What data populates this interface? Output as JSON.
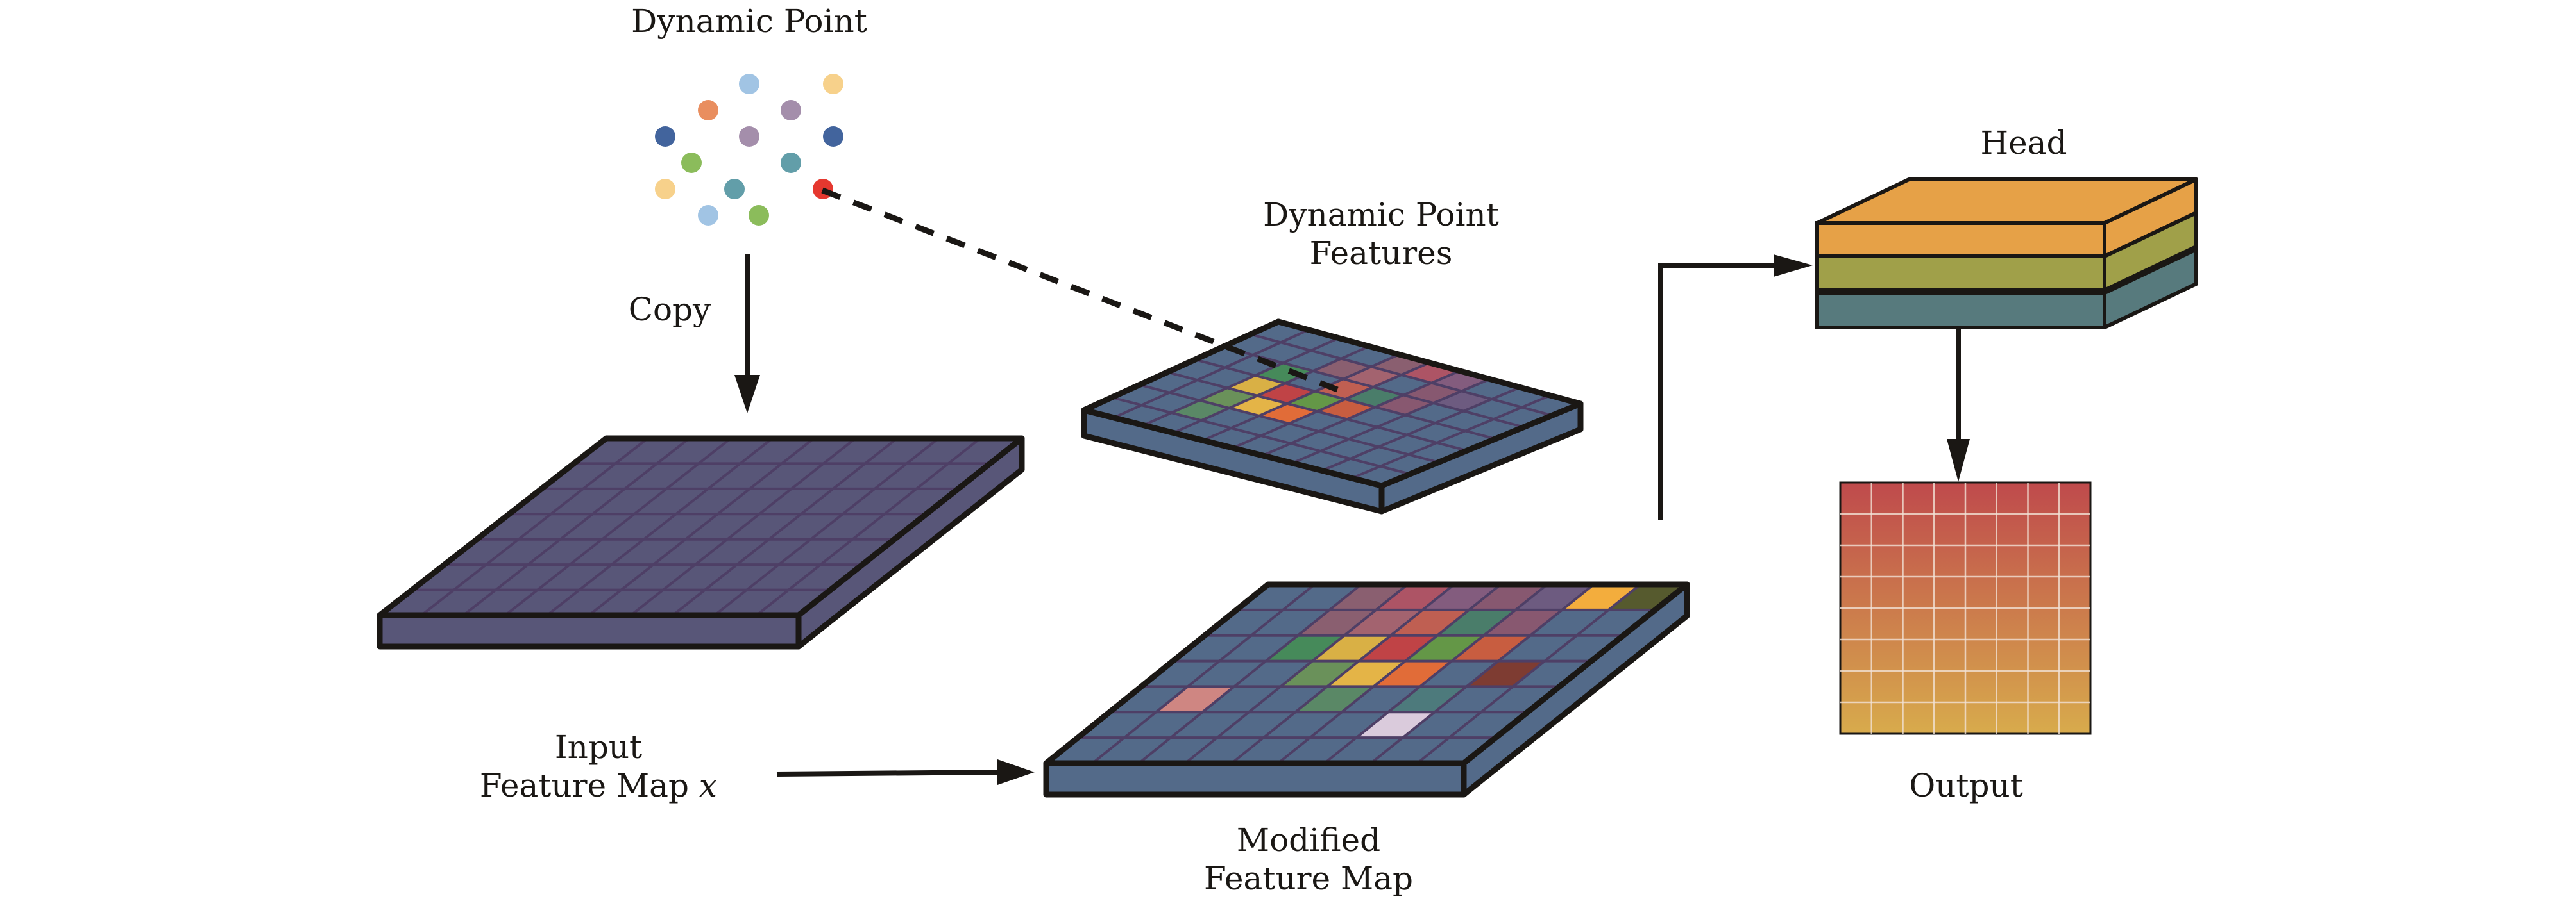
{
  "labels": {
    "dynamic_point": "Dynamic Point",
    "copy": "Copy",
    "dynamic_point_features_line1": "Dynamic Point",
    "dynamic_point_features_line2": "Features",
    "input_line1": "Input",
    "input_line2": "Feature Map ",
    "input_var": "x",
    "modified_line1": "Modified",
    "modified_line2": "Feature Map",
    "head": "Head",
    "output": "Output"
  },
  "colors": {
    "input_plate": "#585678",
    "feature_plate": "#536a89",
    "grid_line": "#4e3f66",
    "outline": "#1a1714",
    "head_layers": [
      "#e6a147",
      "#a0a049",
      "#577a7d"
    ],
    "output_top": "#bf4a4c",
    "output_bottom": "#d8ab4c"
  },
  "dynamic_points": [
    {
      "color": "#a1c4e4"
    },
    {
      "color": "#f7d18b"
    },
    {
      "color": "#e98e5f"
    },
    {
      "color": "#a48eab"
    },
    {
      "color": "#42649d"
    },
    {
      "color": "#a48eab"
    },
    {
      "color": "#42649d"
    },
    {
      "color": "#8bbc5b"
    },
    {
      "color": "#629ea9"
    },
    {
      "color": "#f7d18b"
    },
    {
      "color": "#629ea9"
    },
    {
      "color": "#e5382f"
    },
    {
      "color": "#a1c4e4"
    },
    {
      "color": "#8bbc5b"
    }
  ],
  "input_map": {
    "cols": 10,
    "rows": 7
  },
  "dynamic_point_features": {
    "cols": 10,
    "rows": 7,
    "cells": [
      {
        "r": 0,
        "c": 4,
        "color": "#8a5f70"
      },
      {
        "r": 0,
        "c": 5,
        "color": "#ad5465"
      },
      {
        "r": 0,
        "c": 6,
        "color": "#835c7e"
      },
      {
        "r": 1,
        "c": 3,
        "color": "#8a5f70"
      },
      {
        "r": 1,
        "c": 4,
        "color": "#a3636f"
      },
      {
        "r": 1,
        "c": 6,
        "color": "#875870"
      },
      {
        "r": 1,
        "c": 7,
        "color": "#6d5b80"
      },
      {
        "r": 2,
        "c": 2,
        "color": "#468a5a"
      },
      {
        "r": 2,
        "c": 4,
        "color": "#bf5f52"
      },
      {
        "r": 2,
        "c": 5,
        "color": "#4a7d6a"
      },
      {
        "r": 2,
        "c": 6,
        "color": "#885870"
      },
      {
        "r": 3,
        "c": 2,
        "color": "#d9b045"
      },
      {
        "r": 3,
        "c": 3,
        "color": "#c04346"
      },
      {
        "r": 3,
        "c": 4,
        "color": "#649747"
      },
      {
        "r": 3,
        "c": 5,
        "color": "#c85d40"
      },
      {
        "r": 4,
        "c": 2,
        "color": "#6a915a"
      },
      {
        "r": 4,
        "c": 3,
        "color": "#e4b447"
      },
      {
        "r": 4,
        "c": 4,
        "color": "#e16c38"
      },
      {
        "r": 5,
        "c": 2,
        "color": "#5a8866"
      }
    ]
  },
  "modified_map": {
    "cols": 9,
    "rows": 7,
    "cells": [
      {
        "r": 0,
        "c": 2,
        "color": "#8a5f70"
      },
      {
        "r": 0,
        "c": 3,
        "color": "#ad5465"
      },
      {
        "r": 0,
        "c": 4,
        "color": "#835c7e"
      },
      {
        "r": 0,
        "c": 5,
        "color": "#875870"
      },
      {
        "r": 0,
        "c": 6,
        "color": "#6d5b80"
      },
      {
        "r": 0,
        "c": 7,
        "color": "#f3ad3d"
      },
      {
        "r": 0,
        "c": 8,
        "color": "#565a2e"
      },
      {
        "r": 1,
        "c": 2,
        "color": "#8a5f70"
      },
      {
        "r": 1,
        "c": 3,
        "color": "#a3636f"
      },
      {
        "r": 1,
        "c": 4,
        "color": "#bf5f52"
      },
      {
        "r": 1,
        "c": 5,
        "color": "#4a7d6a"
      },
      {
        "r": 1,
        "c": 6,
        "color": "#885870"
      },
      {
        "r": 2,
        "c": 2,
        "color": "#468a5a"
      },
      {
        "r": 2,
        "c": 3,
        "color": "#d9b045"
      },
      {
        "r": 2,
        "c": 4,
        "color": "#c04346"
      },
      {
        "r": 2,
        "c": 5,
        "color": "#649747"
      },
      {
        "r": 2,
        "c": 6,
        "color": "#c85d40"
      },
      {
        "r": 3,
        "c": 3,
        "color": "#6a915a"
      },
      {
        "r": 3,
        "c": 4,
        "color": "#e4b447"
      },
      {
        "r": 3,
        "c": 5,
        "color": "#e16c38"
      },
      {
        "r": 3,
        "c": 7,
        "color": "#7e3c32"
      },
      {
        "r": 4,
        "c": 1,
        "color": "#cf8682"
      },
      {
        "r": 4,
        "c": 4,
        "color": "#5a8866"
      },
      {
        "r": 4,
        "c": 6,
        "color": "#4d7a7c"
      },
      {
        "r": 5,
        "c": 6,
        "color": "#dacbdc"
      }
    ]
  },
  "output_grid": {
    "cols": 8,
    "rows": 8
  }
}
